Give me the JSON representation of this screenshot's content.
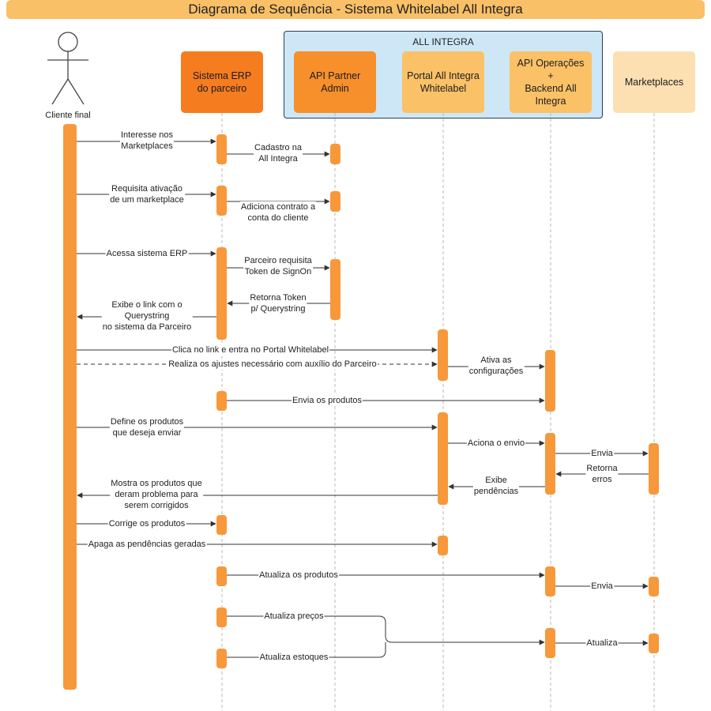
{
  "title": "Diagrama de Sequência - Sistema Whitelabel All Integra",
  "group": {
    "title": "ALL INTEGRA"
  },
  "actor": {
    "label": "Cliente final"
  },
  "participants": {
    "erp": "Sistema ERP do parceiro",
    "partner_api": "API Partner Admin",
    "portal": "Portal All Integra Whitelabel",
    "operations": "API Operações + Backend All Integra",
    "marketplaces": "Marketplaces"
  },
  "colors": {
    "title_bar": "#f9c067",
    "group_fill": "#cde7f6",
    "erp": "#f57c1f",
    "partner_api": "#f78f2b",
    "portal": "#fbc167",
    "operations": "#fbc167",
    "marketplaces": "#fde0b2",
    "activation": "#f7983a"
  },
  "messages": [
    {
      "from": "Cliente final",
      "to": "Sistema ERP do parceiro",
      "text": "Interesse nos Marketplaces"
    },
    {
      "from": "Sistema ERP do parceiro",
      "to": "API Partner Admin",
      "text": "Cadastro na All Integra"
    },
    {
      "from": "Cliente final",
      "to": "Sistema ERP do parceiro",
      "text": "Requisita ativação de um marketplace"
    },
    {
      "from": "Sistema ERP do parceiro",
      "to": "API Partner Admin",
      "text": "Adiciona contrato a conta do cliente"
    },
    {
      "from": "Cliente final",
      "to": "Sistema ERP do parceiro",
      "text": "Acessa sistema ERP"
    },
    {
      "from": "Sistema ERP do parceiro",
      "to": "API Partner Admin",
      "text": "Parceiro requisita Token de SignOn"
    },
    {
      "from": "API Partner Admin",
      "to": "Sistema ERP do parceiro",
      "text": "Retorna Token p/ Querystring"
    },
    {
      "from": "Sistema ERP do parceiro",
      "to": "Cliente final",
      "text": "Exibe o link com o Querystring no sistema da Parceiro"
    },
    {
      "from": "Cliente final",
      "to": "Portal All Integra Whitelabel",
      "text": "Clica no link e entra no Portal Whitelabel"
    },
    {
      "from": "Cliente final",
      "to": "Portal All Integra Whitelabel",
      "text": "Realiza os ajustes necessário com auxílio do  Parceiro"
    },
    {
      "from": "Portal All Integra Whitelabel",
      "to": "API Operações + Backend All Integra",
      "text": "Ativa as configurações"
    },
    {
      "from": "Sistema ERP do parceiro",
      "to": "API Operações + Backend All Integra",
      "text": "Envia os produtos"
    },
    {
      "from": "Cliente final",
      "to": "Portal All Integra Whitelabel",
      "text": "Define os produtos que deseja enviar"
    },
    {
      "from": "Portal All Integra Whitelabel",
      "to": "API Operações + Backend All Integra",
      "text": "Aciona o envio"
    },
    {
      "from": "API Operações + Backend All Integra",
      "to": "Marketplaces",
      "text": "Envia"
    },
    {
      "from": "Marketplaces",
      "to": "API Operações + Backend All Integra",
      "text": "Retorna erros"
    },
    {
      "from": "API Operações + Backend All Integra",
      "to": "Portal All Integra Whitelabel",
      "text": "Exibe pendências"
    },
    {
      "from": "Portal All Integra Whitelabel",
      "to": "Cliente final",
      "text": "Mostra os produtos que deram problema para serem corrigidos"
    },
    {
      "from": "Cliente final",
      "to": "Sistema ERP do parceiro",
      "text": "Corrige os produtos"
    },
    {
      "from": "Cliente final",
      "to": "Portal All Integra Whitelabel",
      "text": "Apaga as pendências geradas"
    },
    {
      "from": "Sistema ERP do parceiro",
      "to": "API Operações + Backend All Integra",
      "text": "Atualiza os produtos"
    },
    {
      "from": "API Operações + Backend All Integra",
      "to": "Marketplaces",
      "text": "Envia"
    },
    {
      "from": "Sistema ERP do parceiro",
      "to": "API Operações + Backend All Integra",
      "text": "Atualiza preços"
    },
    {
      "from": "Sistema ERP do parceiro",
      "to": "API Operações + Backend All Integra",
      "text": "Atualiza estoques"
    },
    {
      "from": "API Operações + Backend All Integra",
      "to": "Marketplaces",
      "text": "Atualiza"
    }
  ]
}
